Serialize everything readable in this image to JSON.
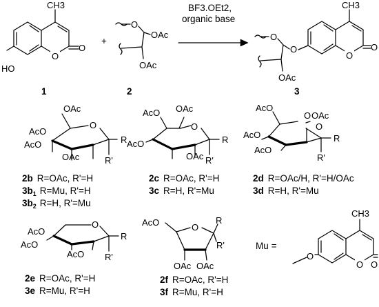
{
  "reaction": {
    "reagent_line1": "BF3.OEt2,",
    "reagent_line2": "organic base",
    "plus": "+"
  },
  "atoms": {
    "HO": "HO",
    "O": "O",
    "CH3": "CH3",
    "OAc": "OAc",
    "AcO": "AcO",
    "R": "R",
    "R_prime": "R'",
    "Mu": "Mu",
    "eq": "="
  },
  "compounds": {
    "c1": "1",
    "c2": "2",
    "c3": "3",
    "b": {
      "id1": "2b",
      "desc1": "R=OAc, R'=H",
      "id2": "3b",
      "sub2": "1",
      "desc2": "R=Mu, R'=H",
      "id3": "3b",
      "sub3": "2",
      "desc3": "R=H, R'=Mu"
    },
    "c": {
      "id1": "2c",
      "desc1": "R=OAc, R'=H",
      "id2": "3c",
      "desc2": "R=H, R'=Mu"
    },
    "d": {
      "id1": "2d",
      "desc1": "R=OAc/H, R'=H/OAc",
      "id2": "3d",
      "desc2": "R=H, R'=Mu"
    },
    "e": {
      "id1": "2e",
      "desc1": "R=OAc, R'=H",
      "id2": "3e",
      "desc2": "R=Mu, R'=H"
    },
    "f": {
      "id1": "2f",
      "desc1": "R=OAc, R'=H",
      "id2": "3f",
      "desc2": "R=Mu, R'=H"
    }
  }
}
